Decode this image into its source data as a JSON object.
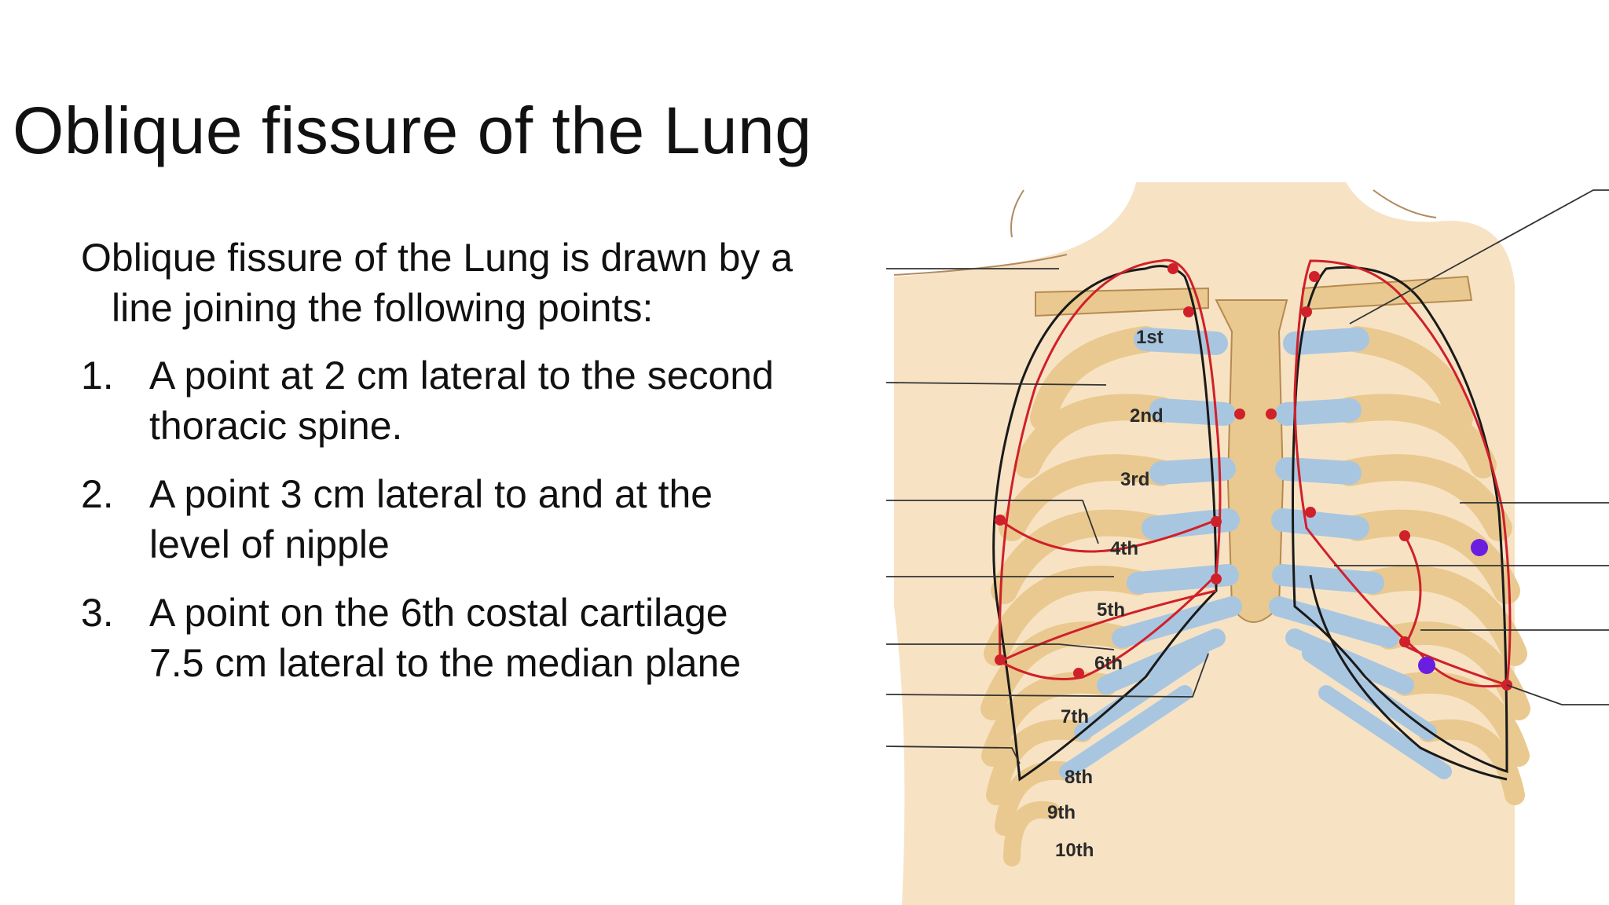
{
  "slide": {
    "title": "Oblique fissure of the Lung",
    "intro": {
      "line1": "Oblique fissure of the Lung is drawn by a",
      "line2": "line joining the following points:"
    },
    "points": [
      {
        "number": "1.",
        "line1": "A point at 2 cm lateral to the second",
        "line2": "thoracic spine."
      },
      {
        "number": "2.",
        "line1": "A point 3 cm lateral to and at the",
        "line2": "level of nipple"
      },
      {
        "number": "3.",
        "line1": "A point on the 6th costal cartilage",
        "line2": "7.5 cm lateral to the median plane"
      }
    ]
  },
  "figure": {
    "rib_labels": [
      "1st",
      "2nd",
      "3rd",
      "4th",
      "5th",
      "6th",
      "7th",
      "8th",
      "9th",
      "10th"
    ],
    "colors": {
      "skin": "#f7e3c4",
      "bone": "#e9c98f",
      "cartilage": "#a9c6e0",
      "lung_outline": "#1a1a1a",
      "pleura_red": "#d0202a",
      "marker_purple": "#6a1ee0"
    }
  }
}
